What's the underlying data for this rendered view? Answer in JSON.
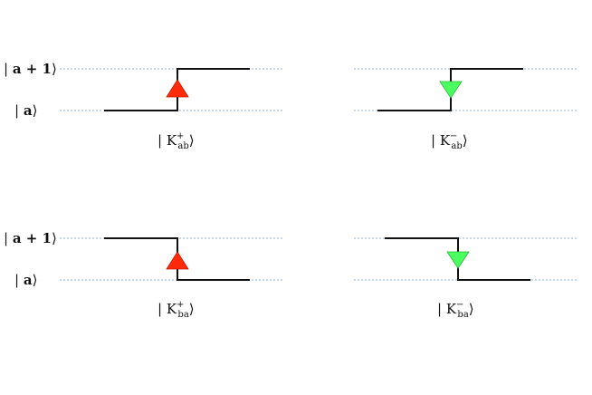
{
  "levels": {
    "upper": {
      "open": "| ",
      "main": "a + 1",
      "close": "⟩"
    },
    "lower": {
      "open": "| ",
      "main": "a",
      "close": "⟩"
    }
  },
  "panels": [
    {
      "id": "Kab-plus",
      "base": "| K",
      "sub": "ab",
      "sup": "+",
      "close": "⟩",
      "direction": "up",
      "marker": "up-triangle",
      "marker_color": "#ff2a0a"
    },
    {
      "id": "Kab-minus",
      "base": "| K",
      "sub": "ab",
      "sup": "−",
      "close": "⟩",
      "direction": "up",
      "marker": "down-triangle",
      "marker_color": "#4cff60"
    },
    {
      "id": "Kba-plus",
      "base": "| K",
      "sub": "ba",
      "sup": "+",
      "close": "⟩",
      "direction": "down",
      "marker": "up-triangle",
      "marker_color": "#ff2a0a"
    },
    {
      "id": "Kba-minus",
      "base": "| K",
      "sub": "ba",
      "sup": "−",
      "close": "⟩",
      "direction": "down",
      "marker": "down-triangle",
      "marker_color": "#4cff60"
    }
  ]
}
